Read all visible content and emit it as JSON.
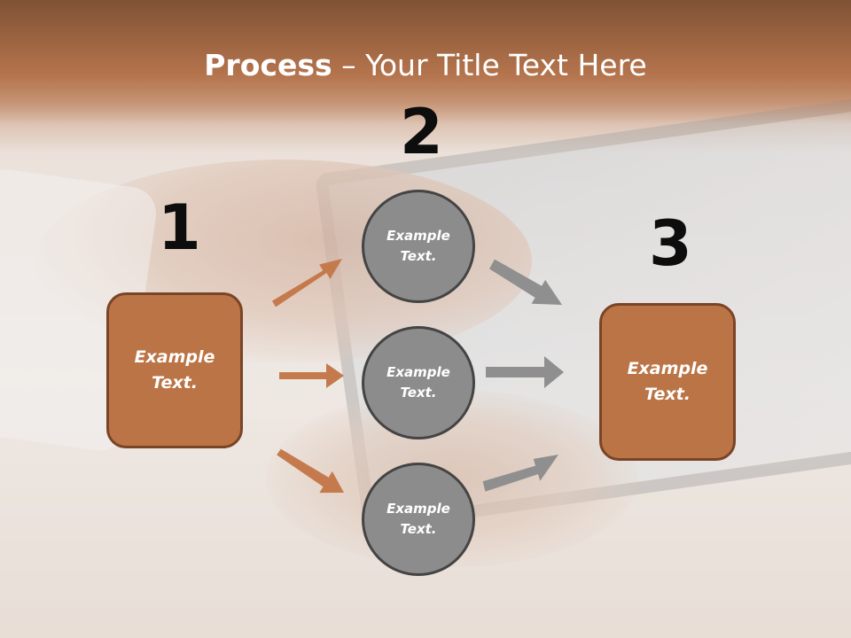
{
  "title": {
    "bold": "Process",
    "rest": " – Your Title Text Here"
  },
  "steps": [
    {
      "number": "1",
      "text": "Example\nText."
    },
    {
      "number": "2",
      "items": [
        "Example\nText.",
        "Example\nText.",
        "Example\nText."
      ]
    },
    {
      "number": "3",
      "text": "Example\nText."
    }
  ],
  "colors": {
    "box_fill": "#bb7445",
    "box_border": "#7a4427",
    "circle_fill": "#8c8c8c",
    "circle_border": "#444444",
    "arrow_orange": "#c57a4e",
    "arrow_gray": "#8f8f8f",
    "title_band": "#b07048"
  }
}
